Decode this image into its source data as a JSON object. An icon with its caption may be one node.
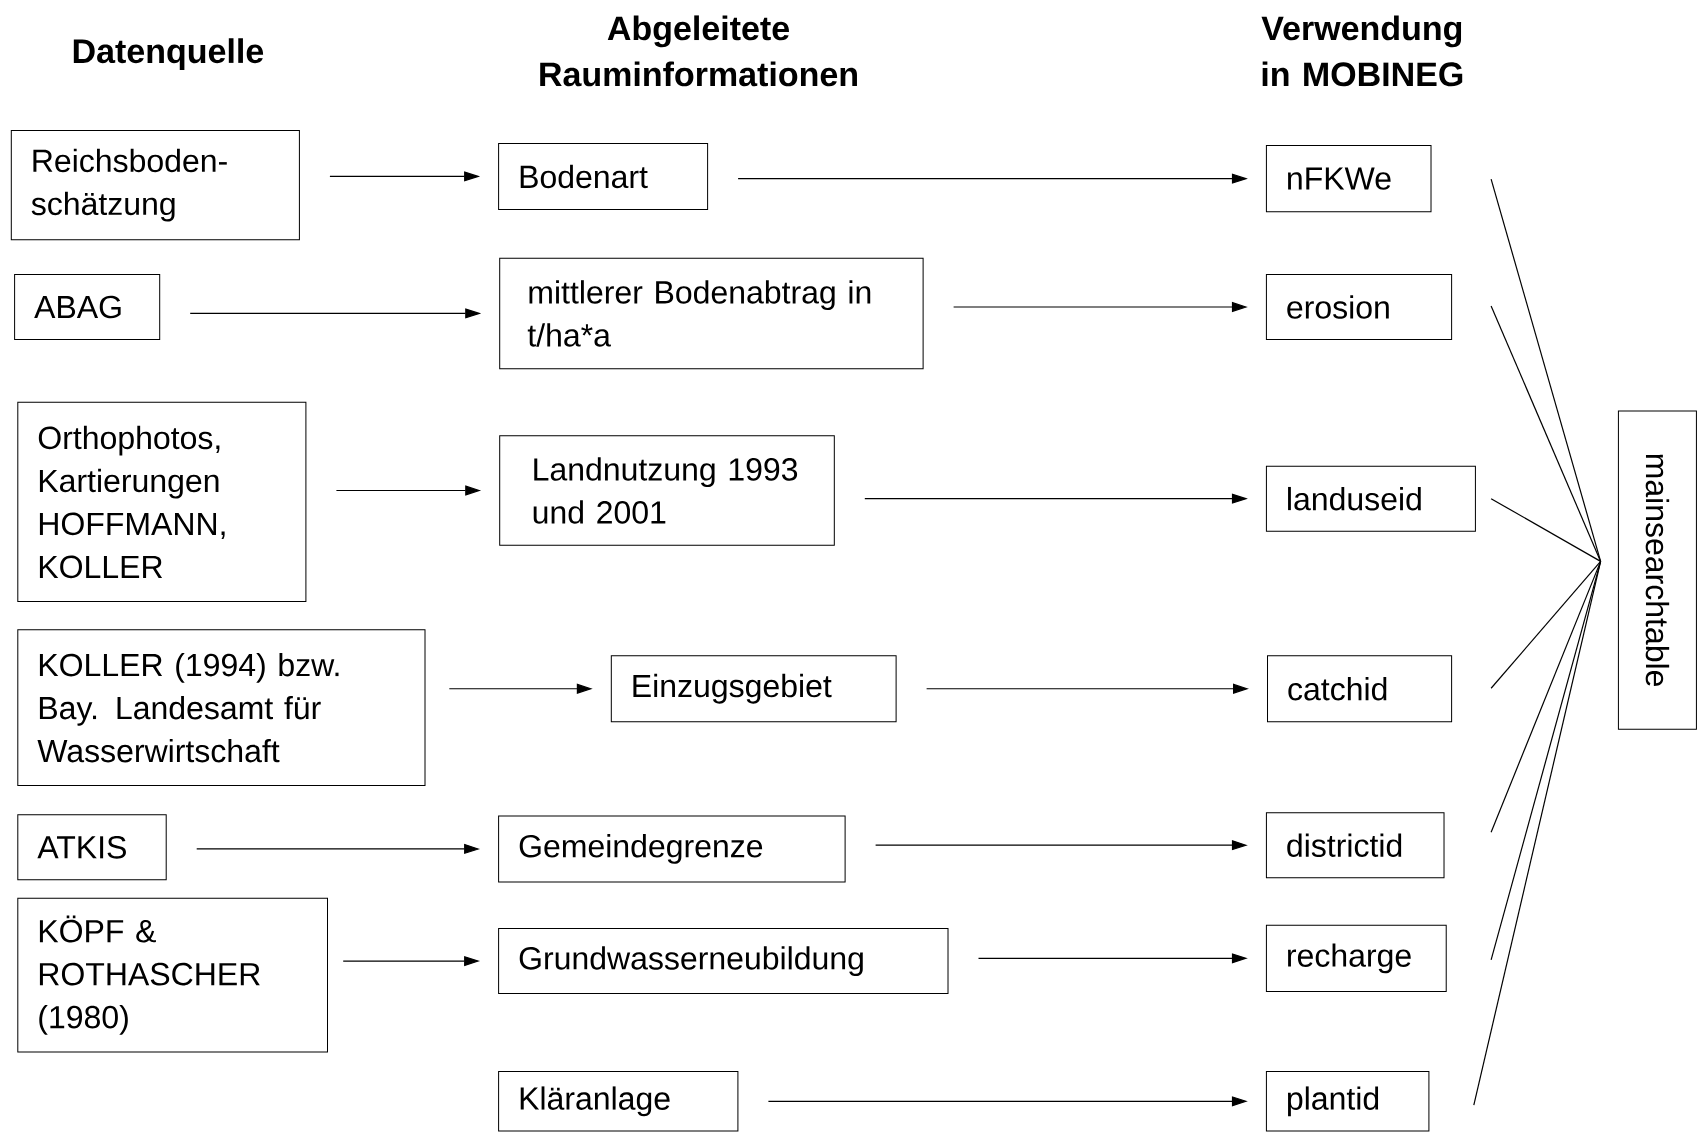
{
  "diagram": {
    "nodes": [
      {
        "text": [
          "Reichsboden-schätzung"
        ]
      },
      {
        "text": [
          "ABAG"
        ]
      },
      {
        "text": [
          "Orthophotos, Kartierungen HOFFMANN, KOLLER"
        ]
      },
      {
        "text": [
          "KOLLER (1994) bzw. Bay. Landesamt für Wasserwirtschaft"
        ]
      },
      {
        "text": [
          "ATKIS"
        ]
      },
      {
        "text": [
          "KÖPF & ROTHASCHER (1980)"
        ]
      },
      {
        "text": [
          "Bodenart"
        ]
      },
      {
        "text": [
          "mittlerer Bodenabtrag in t/ha*a"
        ]
      },
      {
        "text": [
          "Landnutzung 1993 und 2001"
        ]
      },
      {
        "text": [
          "Einzugsgebiet"
        ]
      },
      {
        "text": [
          "Gemeindegrenze"
        ]
      },
      {
        "text": [
          "Grundwasserneubildung"
        ]
      },
      {
        "text": [
          "Kläranlage"
        ]
      },
      {
        "text": [
          "nFKWe"
        ]
      },
      {
        "text": [
          "erosion"
        ]
      },
      {
        "text": [
          "landuseid"
        ]
      },
      {
        "text": [
          "catchid"
        ]
      },
      {
        "text": [
          "districtid"
        ]
      },
      {
        "text": [
          "recharge"
        ]
      },
      {
        "text": [
          "plantid"
        ]
      },
      {
        "text": [
          "mainsearchtable"
        ]
      }
    ],
    "edges": [
      {
        "from": 0,
        "to": 6,
        "arrow": "to"
      },
      {
        "from": 1,
        "to": 7,
        "arrow": "to"
      },
      {
        "from": 2,
        "to": 8,
        "arrow": "to"
      },
      {
        "from": 3,
        "to": 9,
        "arrow": "to"
      },
      {
        "from": 4,
        "to": 10,
        "arrow": "to"
      },
      {
        "from": 5,
        "to": 11,
        "arrow": "to"
      },
      {
        "from": 6,
        "to": 13,
        "arrow": "to"
      },
      {
        "from": 7,
        "to": 14,
        "arrow": "to"
      },
      {
        "from": 8,
        "to": 15,
        "arrow": "to"
      },
      {
        "from": 9,
        "to": 16,
        "arrow": "to"
      },
      {
        "from": 10,
        "to": 17,
        "arrow": "to"
      },
      {
        "from": 11,
        "to": 18,
        "arrow": "to"
      },
      {
        "from": 12,
        "to": 19,
        "arrow": "to"
      },
      {
        "from": 13,
        "to": 20,
        "arrow": "none"
      },
      {
        "from": 14,
        "to": 20,
        "arrow": "none"
      },
      {
        "from": 15,
        "to": 20,
        "arrow": "none"
      },
      {
        "from": 16,
        "to": 20,
        "arrow": "none"
      },
      {
        "from": 17,
        "to": 20,
        "arrow": "none"
      },
      {
        "from": 18,
        "to": 20,
        "arrow": "none"
      },
      {
        "from": 19,
        "to": 20,
        "arrow": "none"
      }
    ],
    "labels": [
      "Datenquelle",
      "Abgeleitete Rauminformationen",
      "Verwendung in MOBINEG"
    ]
  }
}
